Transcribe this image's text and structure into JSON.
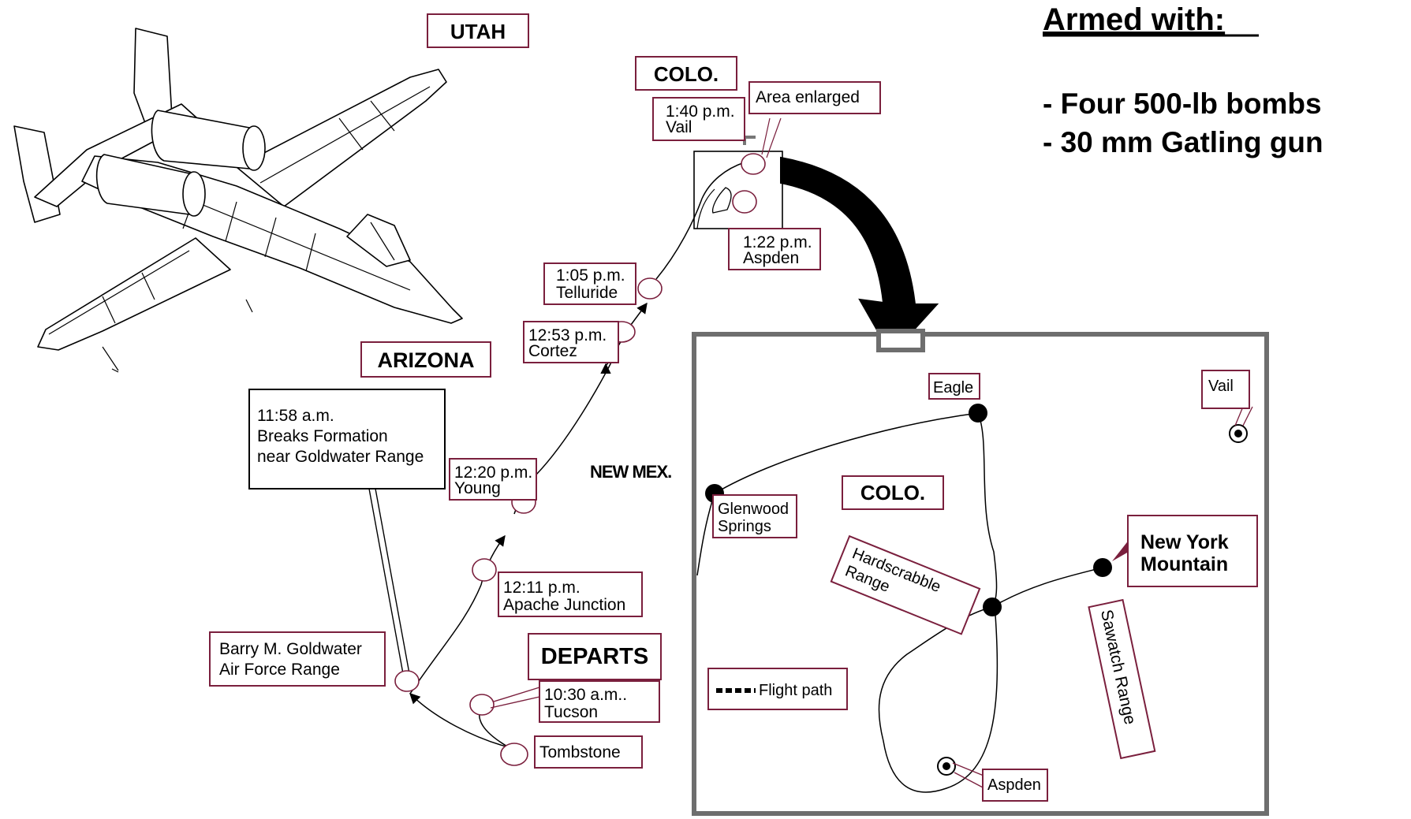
{
  "armament": {
    "heading": "Armed with:",
    "items": [
      "- Four 500-lb bombs",
      "- 30 mm Gatling gun"
    ]
  },
  "states": {
    "utah": "UTAH",
    "colorado": "COLO.",
    "arizona": "ARIZONA",
    "new_mexico": "NEW MEX."
  },
  "route_labels": {
    "departs": "DEPARTS",
    "tucson": [
      "10:30 a.m..",
      "Tucson"
    ],
    "tombstone": "Tombstone",
    "goldwater_range": [
      "Barry M. Goldwater",
      "Air Force Range"
    ],
    "breaks_formation": [
      "11:58 a.m.",
      "Breaks Formation",
      "near Goldwater Range"
    ],
    "apache_junction": [
      "12:11 p.m.",
      "Apache Junction"
    ],
    "young": [
      "12:20 p.m.",
      "Young"
    ],
    "cortez": [
      "12:53 p.m.",
      "Cortez"
    ],
    "telluride": [
      "1:05 p.m.",
      "Telluride"
    ],
    "vail": [
      "1:40 p.m.",
      "Vail"
    ],
    "aspen": [
      "1:22 p.m.",
      "Aspden"
    ],
    "area_enlarged": "Area enlarged"
  },
  "inset": {
    "state": "COLO.",
    "eagle": "Eagle",
    "vail": "Vail",
    "glenwood": [
      "Glenwood",
      "Springs"
    ],
    "hardscrabble": [
      "Hardscrabble",
      "Range"
    ],
    "new_york_mountain": [
      "New York",
      "Mountain"
    ],
    "sawatch": "Sawatch Range",
    "aspen": "Aspden",
    "legend_label": "Flight path"
  },
  "colors": {
    "label_border": "#7a1f3d",
    "ink": "#000000",
    "inset_frame": "#6e6e6e",
    "mountain_marker": "#7a1f3d"
  }
}
